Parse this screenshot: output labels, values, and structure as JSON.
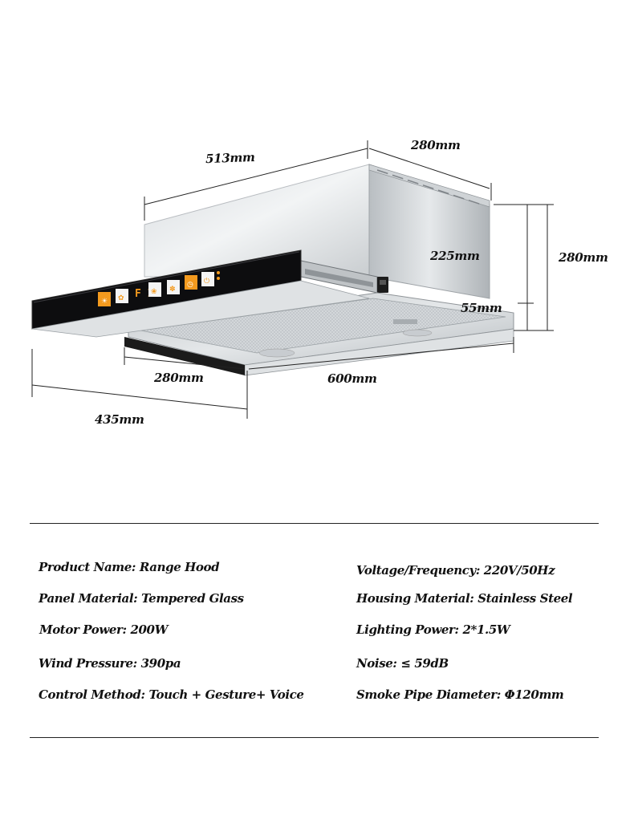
{
  "dimensions": {
    "d513": "513mm",
    "d280_top": "280mm",
    "d225": "225mm",
    "d280_right": "280mm",
    "d55": "55mm",
    "d280_front": "280mm",
    "d600": "600mm",
    "d435": "435mm"
  },
  "panel": {
    "display_text": "F I"
  },
  "specs": {
    "left": [
      "Product Name: Range Hood",
      "Panel Material: Tempered Glass",
      "Motor Power: 200W",
      "Wind Pressure: 390pa",
      "Control Method: Touch  + Gesture+ Voice"
    ],
    "right": [
      "Voltage/Frequency: 220V/50Hz",
      "Housing Material: Stainless Steel",
      "Lighting Power: 2*1.5W",
      "Noise: ≤ 59dB",
      "Smoke Pipe Diameter: Φ120mm"
    ]
  },
  "colors": {
    "steel_light": "#e9ecee",
    "steel_mid": "#cfd3d6",
    "steel_dark": "#9aa0a4",
    "glass_black": "#0d0d0f",
    "accent_orange": "#f39a1e"
  }
}
